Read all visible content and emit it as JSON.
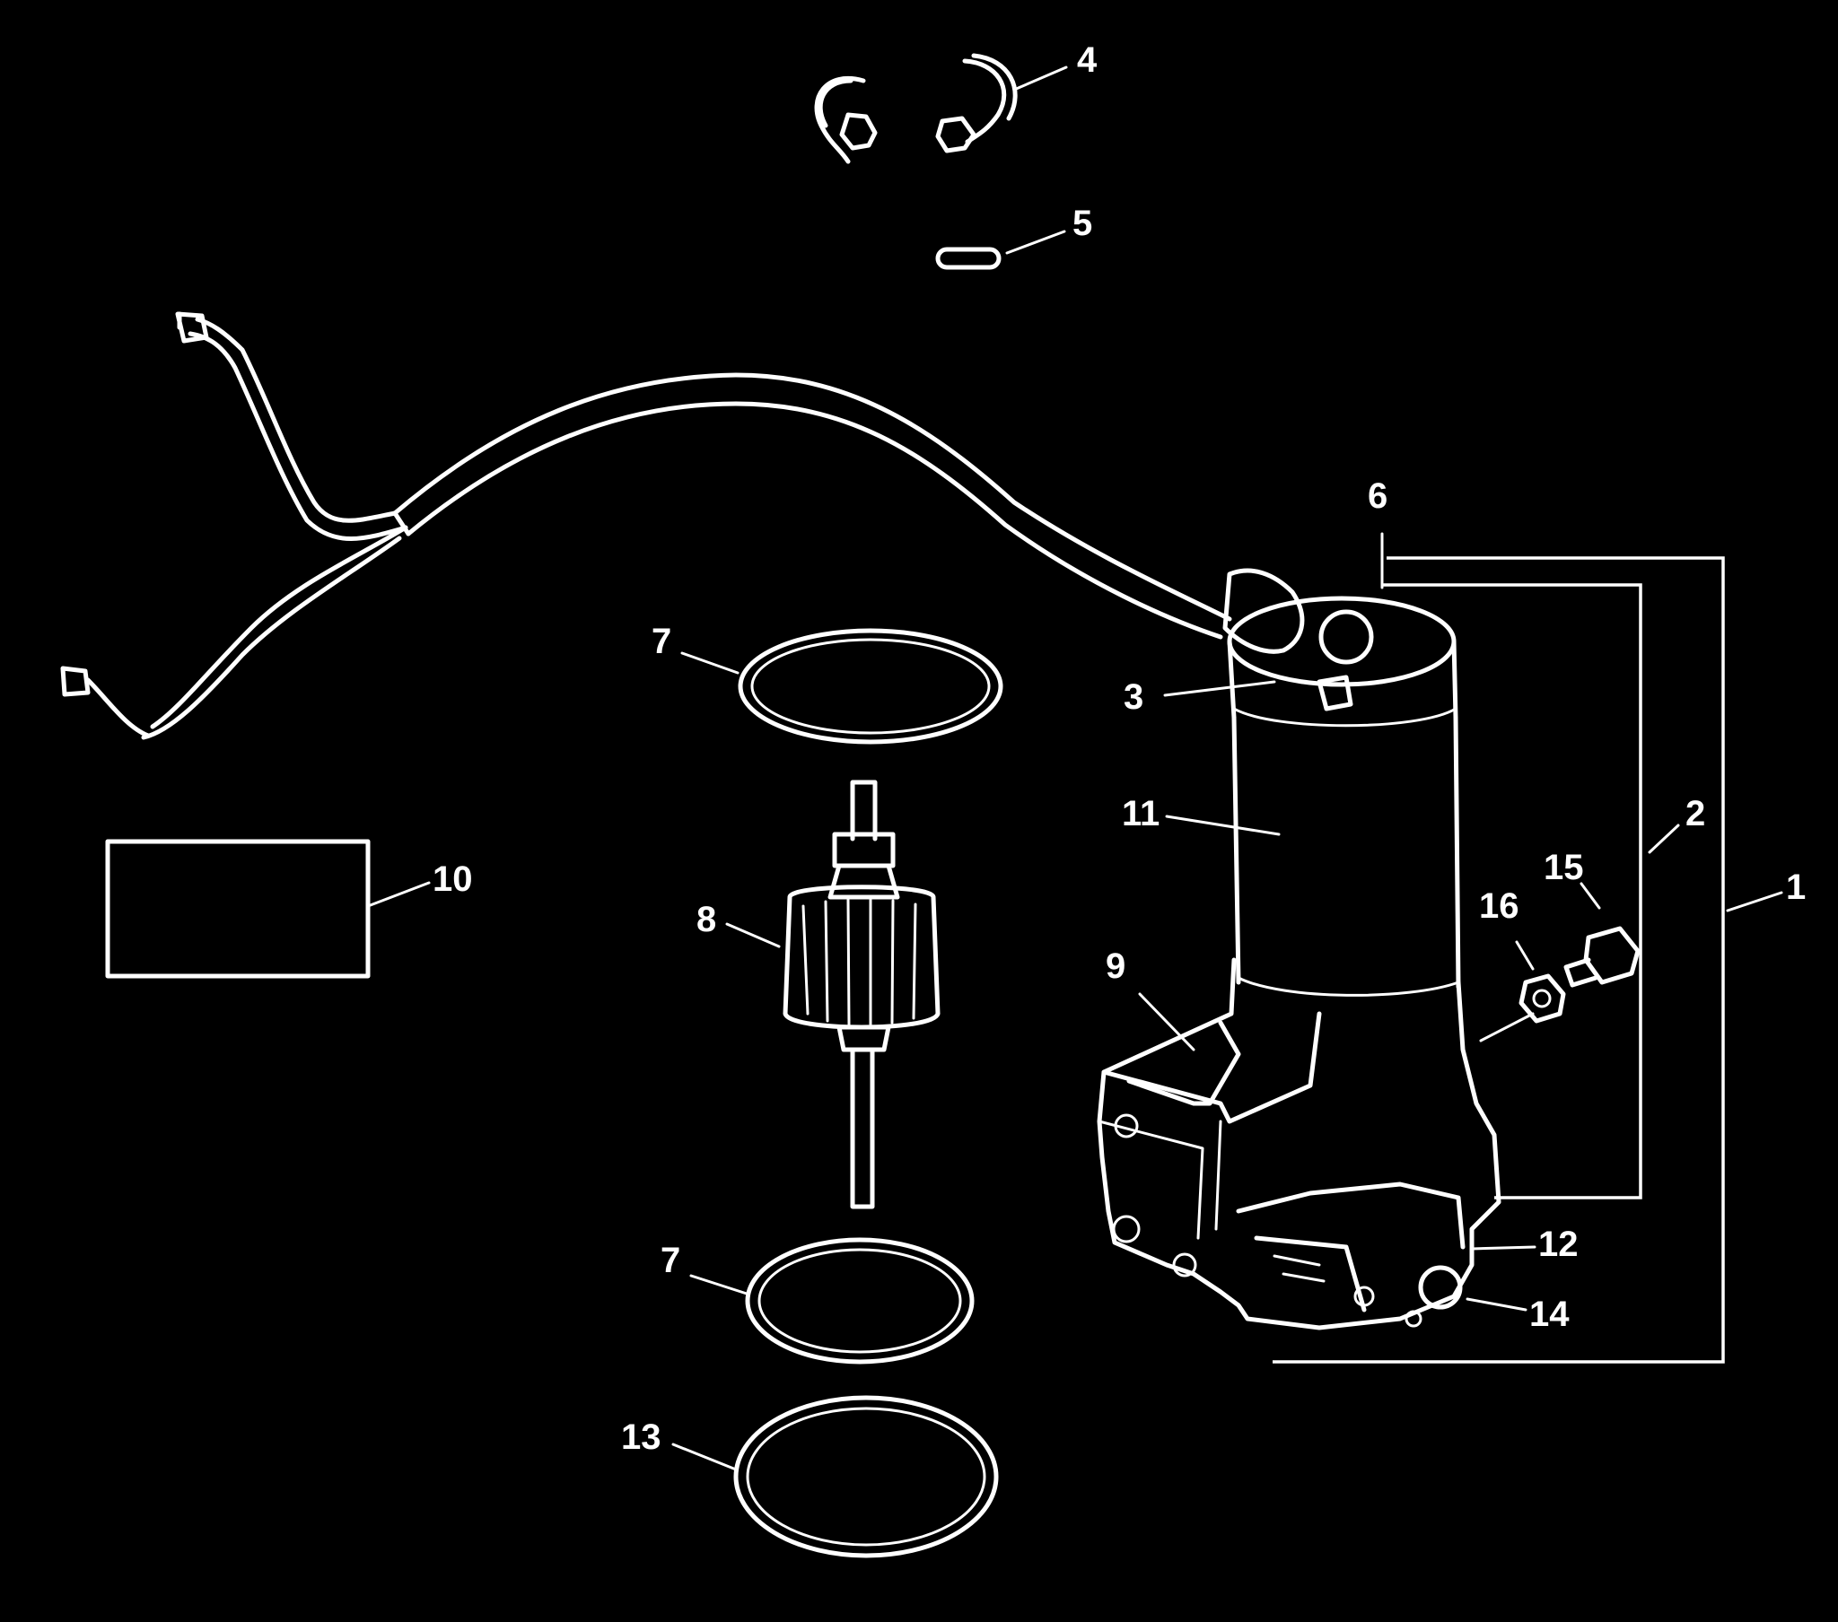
{
  "diagram": {
    "background": "#000000",
    "line_color": "#ffffff",
    "callouts": {
      "c1": "1",
      "c2": "2",
      "c3": "3",
      "c4": "4",
      "c5": "5",
      "c6": "6",
      "c7a": "7",
      "c7b": "7",
      "c8": "8",
      "c9": "9",
      "c10": "10",
      "c11": "11",
      "c12": "12",
      "c13": "13",
      "c14": "14",
      "c15": "15",
      "c16": "16"
    }
  }
}
